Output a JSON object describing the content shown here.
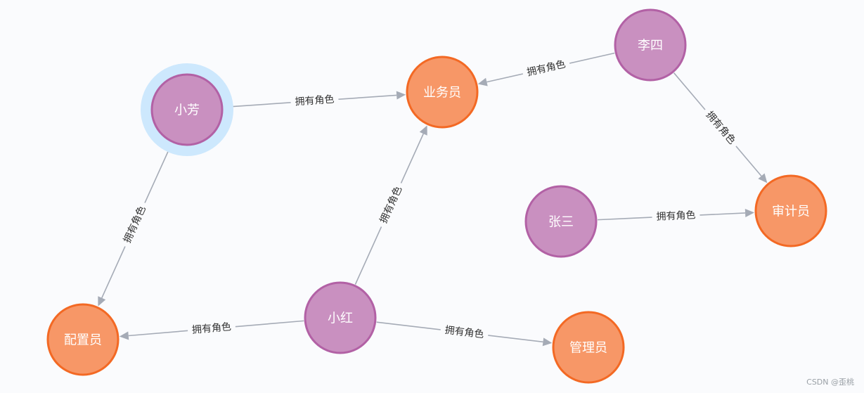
{
  "colors": {
    "background": "#fafbfd",
    "person_fill": "#c990c0",
    "person_stroke": "#b261a5",
    "role_fill": "#f79767",
    "role_stroke": "#f36924",
    "edge": "#a5abb6",
    "selection_halo": "#cde8fd"
  },
  "nodes": [
    {
      "id": "xiaofang",
      "label": "小芳",
      "kind": "person",
      "selected": true
    },
    {
      "id": "yewuyuan",
      "label": "业务员",
      "kind": "role",
      "selected": false
    },
    {
      "id": "lisi",
      "label": "李四",
      "kind": "person",
      "selected": false
    },
    {
      "id": "zhangsan",
      "label": "张三",
      "kind": "person",
      "selected": false
    },
    {
      "id": "shenjiyuan",
      "label": "审计员",
      "kind": "role",
      "selected": false
    },
    {
      "id": "xiaohong",
      "label": "小红",
      "kind": "person",
      "selected": false
    },
    {
      "id": "peizhiyuan",
      "label": "配置员",
      "kind": "role",
      "selected": false
    },
    {
      "id": "guanliyuan",
      "label": "管理员",
      "kind": "role",
      "selected": false
    }
  ],
  "edges": [
    {
      "from": "xiaofang",
      "to": "yewuyuan",
      "label": "拥有角色"
    },
    {
      "from": "lisi",
      "to": "yewuyuan",
      "label": "拥有角色"
    },
    {
      "from": "lisi",
      "to": "shenjiyuan",
      "label": "拥有角色"
    },
    {
      "from": "zhangsan",
      "to": "shenjiyuan",
      "label": "拥有角色"
    },
    {
      "from": "xiaofang",
      "to": "peizhiyuan",
      "label": "拥有角色"
    },
    {
      "from": "xiaohong",
      "to": "yewuyuan",
      "label": "拥有角色"
    },
    {
      "from": "xiaohong",
      "to": "peizhiyuan",
      "label": "拥有角色"
    },
    {
      "from": "xiaohong",
      "to": "guanliyuan",
      "label": "拥有角色"
    }
  ],
  "watermark": "CSDN @歪桃"
}
